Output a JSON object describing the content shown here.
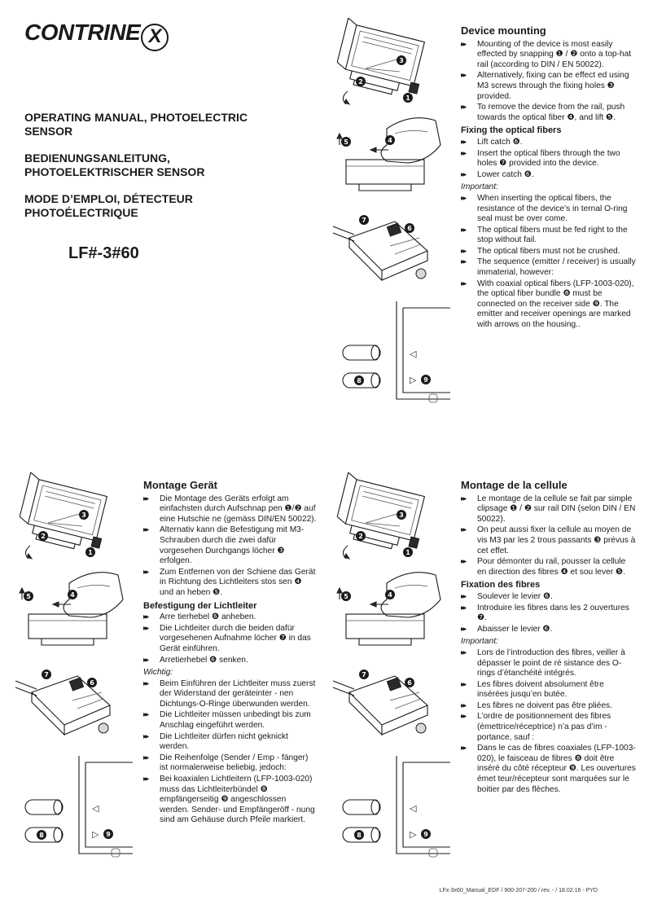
{
  "header": {
    "logo": "CONTRINE",
    "logo_x": "X",
    "title_en": [
      "OPERATING MANUAL, PHOTOELECTRIC",
      "SENSOR"
    ],
    "title_de": [
      "BEDIENUNGSANLEITUNG,",
      "PHOTOELEKTRISCHER SENSOR"
    ],
    "title_fr": [
      "MODE D’EMPLOI, DÉTECTEUR",
      "PHOTOÉLECTRIQUE"
    ],
    "model": "LF#-3#60"
  },
  "en": {
    "h_mount": "Device mounting",
    "mount": [
      "Mounting of the device is most easily effected by snapping ❶ / ❷ onto a top-hat rail (according to DIN / EN 50022).",
      "Alternatively, fixing can be effect ed using M3 screws through the fixing holes ❸ provided.",
      "To remove the device from the rail, push towards the optical fiber ❹, and lift ❺."
    ],
    "h_fix": "Fixing the optical fibers",
    "fix": [
      "Lift catch ❻.",
      "Insert the optical fibers through the two holes ❼ provided into the device.",
      "Lower catch ❻."
    ],
    "important": "Important:",
    "imp": [
      "When inserting the optical fibers, the resistance of the device’s in ternal O-ring seal must be over come.",
      "The optical fibers must be fed right to the stop without fail.",
      "The optical fibers must not be crushed.",
      "The sequence (emitter / receiver) is usually immaterial, however:",
      "With coaxial optical fibers (LFP-1003-020), the optical fiber bundle ❽ must be connected on the receiver side ❾. The emitter and receiver openings are marked with arrows on the housing.."
    ]
  },
  "de": {
    "h_mount": "Montage Gerät",
    "mount": [
      "Die Montage des Geräts erfolgt am einfachsten durch Aufschnap pen ❶/❷ auf eine Hutschie ne (gemäss DIN/EN 50022).",
      "Alternativ kann die Befestigung mit M3-Schrauben durch die zwei dafür vorgesehen Durchgangs löcher ❸ erfolgen.",
      "Zum Entfernen von der Schiene das Gerät in Richtung des Lichtleiters stos sen ❹ und an heben ❺."
    ],
    "h_fix": "Befestigung der Lichtleiter",
    "fix": [
      "Arre tierhebel ❻ anheben.",
      "Die Lichtleiter durch die beiden dafür vorgesehenen Aufnahme löcher ❼ in das Gerät einführen.",
      "Arretierhebel ❻ senken."
    ],
    "important": "Wichtig:",
    "imp": [
      "Beim Einführen der Lichtleiter muss zuerst der Widerstand der geräteinter - nen Dichtungs-O-Ringe überwunden werden.",
      "Die Lichtleiter müssen unbedingt bis zum Anschlag eingeführt werden.",
      "Die Lichtleiter dürfen nicht geknickt werden.",
      "Die Reihenfolge (Sender / Emp - fänger) ist normalerweise beliebig, jedoch:",
      "Bei koaxialen Lichtleitern (LFP-1003-020) muss das Lichtleiterbündel ❽ empfängerseitig ❾ angeschlossen werden. Sender- und Empfängeröff - nung sind am Gehäuse durch Pfeile markiert."
    ]
  },
  "fr": {
    "h_mount": "Montage de la cellule",
    "mount": [
      "Le montage de la cellule se fait par simple clipsage ❶ / ❷ sur rail DIN (selon DIN / EN 50022).",
      "On peut aussi fixer la cellule au moyen de vis M3 par les 2 trous passants ❸ prévus à cet effet.",
      "Pour démonter du rail, pousser la cellule en direction des fibres ❹ et sou lever ❺."
    ],
    "h_fix": "Fixation des fibres",
    "fix": [
      "Soulever le levier ❻.",
      "Introduire les fibres dans les 2 ouvertures ❼.",
      "Abaisser le levier ❻."
    ],
    "important": "Important:",
    "imp": [
      "Lors de l’introduction des fibres, veiller à dépasser le point de ré sistance des O-rings d’étanchéité intégrés.",
      "Les fibres doivent absolument être insérées jusqu’en butée.",
      "Les fibres ne doivent pas être pliées.",
      "L’ordre de positionnement des fibres (émettrice/réceptrice) n’a pas d’im - portance, sauf :",
      "Dans le cas de fibres coaxiales (LFP-1003-020), le faisceau de fibres ❽ doit être inséré du côté récepteur ❾. Les ouvertures émet teur/récepteur sont marquées sur le boitier par des flèches."
    ]
  },
  "figure": {
    "callouts": [
      "1",
      "2",
      "3",
      "4",
      "5",
      "6",
      "7",
      "8",
      "9"
    ],
    "arrow_emitter": "◁",
    "arrow_receiver": "▷"
  },
  "footer": "LFx-3x60_Manual_EDF   / 900-207-200 / rev. - / 18.02.16 - PYD"
}
